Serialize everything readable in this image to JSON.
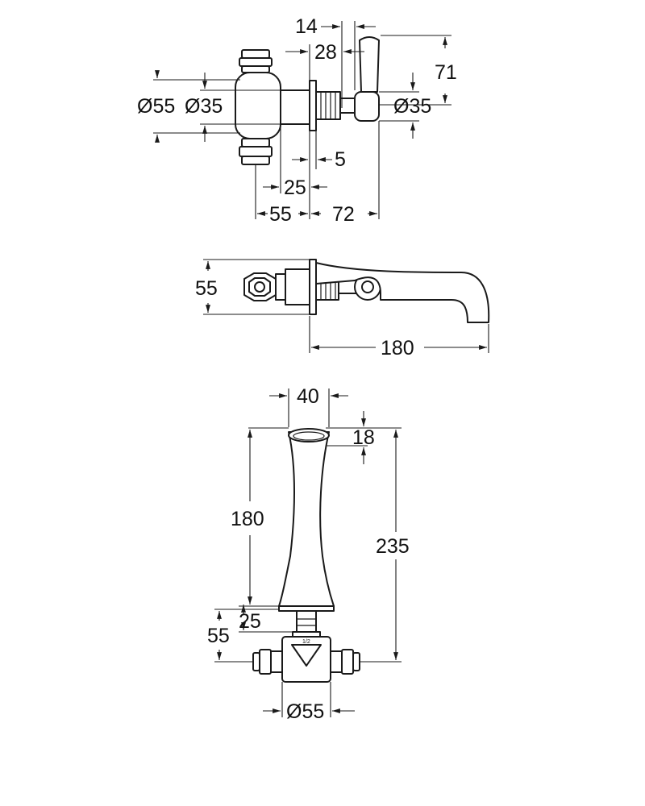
{
  "top_view": {
    "dims": {
      "d14": "14",
      "d28": "28",
      "d71": "71",
      "dia55": "Ø55",
      "dia35_left": "Ø35",
      "dia35_right": "Ø35",
      "d5": "5",
      "d25": "25",
      "d55": "55",
      "d72": "72"
    }
  },
  "side_view": {
    "dims": {
      "d55": "55",
      "d180": "180"
    }
  },
  "front_view": {
    "dims": {
      "d40": "40",
      "d18": "18",
      "d180": "180",
      "d235": "235",
      "d25": "25",
      "d55": "55",
      "dia55": "Ø55"
    },
    "marking": "1/2"
  }
}
